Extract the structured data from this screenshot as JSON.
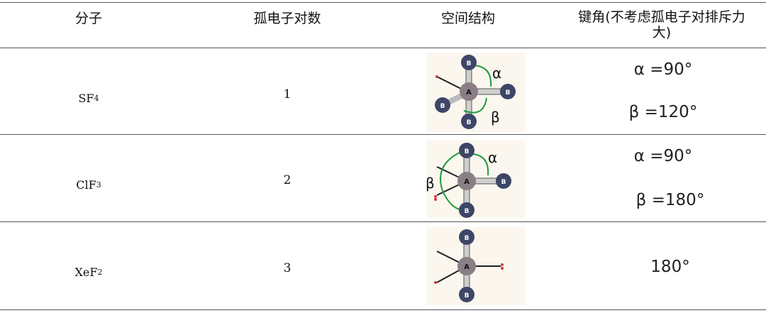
{
  "headers": {
    "molecule": "分子",
    "lone_pairs": "孤电子对数",
    "structure": "空间结构",
    "bond_angle": "键角(不考虑孤电子对排斥力大)"
  },
  "rows": [
    {
      "formula": "SF",
      "subscript": "4",
      "lone_pairs": "1",
      "atom_center": "A",
      "atom_outer": "B",
      "greek_1": "α",
      "greek_2": "β",
      "angles": [
        "α =90°",
        "β =120°"
      ]
    },
    {
      "formula": "ClF",
      "subscript": "3",
      "lone_pairs": "2",
      "atom_center": "A",
      "atom_outer": "B",
      "greek_1": "α",
      "greek_2": "β",
      "angles": [
        "α =90°",
        "β =180°"
      ]
    },
    {
      "formula": "XeF",
      "subscript": "2",
      "lone_pairs": "3",
      "atom_center": "A",
      "atom_outer": "B",
      "angles": [
        "180°"
      ]
    }
  ],
  "colors": {
    "rule": "#555555",
    "arc": "#1e9b3c",
    "atom_outer": "#3e4668",
    "atom_center": "#8a7f86",
    "lone_pair_dot": "#d23a3a"
  }
}
